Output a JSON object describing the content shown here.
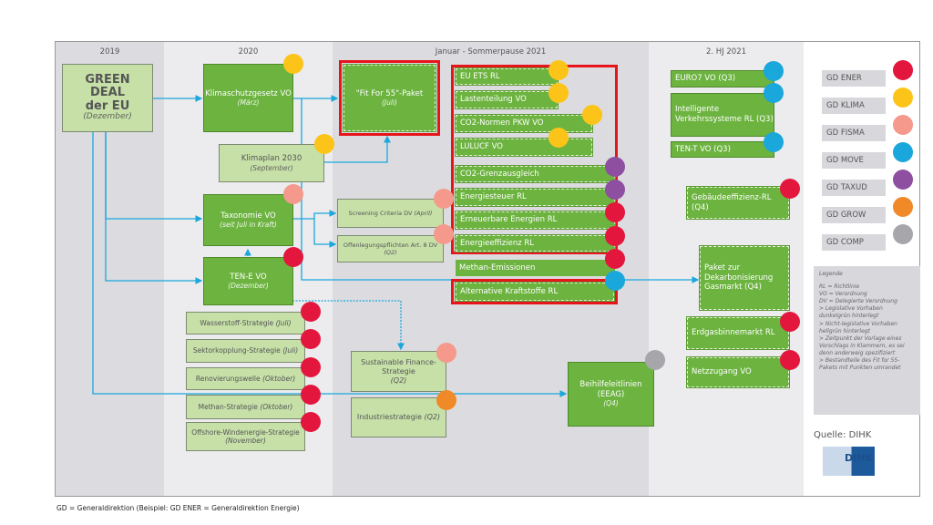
{
  "columns": {
    "c2019": "2019",
    "c2020": "2020",
    "c2021a": "Januar - Sommerpause 2021",
    "c2021b": "2. HJ 2021"
  },
  "colors": {
    "ener": "#e3173e",
    "klima": "#fcc419",
    "fisma": "#f4998c",
    "move": "#1aa7dc",
    "taxud": "#8e4fa0",
    "grow": "#f08a28",
    "comp": "#a7a7ab",
    "dark_green": "#6cb33f",
    "light_green": "#c6e0a8",
    "highlight": "#e8141b"
  },
  "nodes": {
    "greendeal": {
      "t1": "GREEN",
      "t2": "DEAL",
      "t3": "der EU",
      "sub": "(Dezember)"
    },
    "klimaschutz": {
      "t": "Klimaschutzgesetz VO",
      "sub": "(März)"
    },
    "fit55": {
      "t": "\"Fit For 55\"-Paket",
      "sub": "(Juli)"
    },
    "klimaplan": {
      "t": "Klimaplan 2030",
      "sub": "(September)"
    },
    "taxonomie": {
      "t": "Taxonomie VO",
      "sub": "(seit Juli in Kraft)"
    },
    "tene": {
      "t": "TEN-E VO",
      "sub": "(Dezember)"
    },
    "screening": {
      "t": "Screening Criteria DV",
      "sub": "(April)"
    },
    "offenlegung": {
      "t": "Offenlegungspflichten Art. 8 DV",
      "sub": "(Q2)"
    },
    "ets": {
      "t": "EU ETS RL"
    },
    "lasten": {
      "t": "Lastenteilung VO"
    },
    "co2pkw": {
      "t": "CO2-Normen PKW VO"
    },
    "lulucf": {
      "t": "LULUCF VO"
    },
    "grenz": {
      "t": "CO2-Grenzausgleich"
    },
    "steuer": {
      "t": "Energiesteuer RL"
    },
    "erneuerbar": {
      "t": "Erneuerbare Energien RL"
    },
    "effizienz": {
      "t": "Energieeffizienz RL"
    },
    "methan": {
      "t": "Methan-Emissionen"
    },
    "kraftstoffe": {
      "t": "Alternative Kraftstoffe RL"
    },
    "euro7": {
      "t": "EURO7 VO (Q3)"
    },
    "its": {
      "t": "Intelligente Verkehrssysteme RL (Q3)"
    },
    "tent": {
      "t": "TEN-T VO (Q3)"
    },
    "gebaeude": {
      "t": "Gebäudeeffizienz-RL (Q4)"
    },
    "gasmarkt": {
      "t": "Paket zur Dekarbonisierung Gasmarkt (Q4)"
    },
    "erdgas": {
      "t": "Erdgasbinnemarkt RL"
    },
    "netz": {
      "t": "Netzzugang VO"
    },
    "wasserstoff": {
      "t": "Wasserstoff-Strategie",
      "sub": "(Juli)"
    },
    "sektor": {
      "t": "Sektorkopplung-Strategie",
      "sub": "(Juli)"
    },
    "renov": {
      "t": "Renovierungswelle",
      "sub": "(Oktober)"
    },
    "methanstr": {
      "t": "Methan-Strategie",
      "sub": "(Oktober)"
    },
    "offshore": {
      "t": "Offshore-Windenergie-Strategie",
      "sub": "(November)"
    },
    "susfin": {
      "t": "Sustainable Finance-Strategie",
      "sub": "(Q2)"
    },
    "industrie": {
      "t": "Industriestrategie",
      "sub": "(Q2)"
    },
    "beihilfe": {
      "t": "Beihilfeleitlinien (EEAG)",
      "sub": "(Q4)"
    }
  },
  "legend_gd": [
    "GD ENER",
    "GD KLIMA",
    "GD FISMA",
    "GD MOVE",
    "GD TAXUD",
    "GD GROW",
    "GD COMP"
  ],
  "legend": {
    "title": "Legende",
    "lines": [
      "RL = Richtlinie",
      "VO = Verordnung",
      "DV = Delegierte Verordnung",
      "> Legislative Vorhaben dunkelgrün hinterlegt",
      "> Nicht-legislative Vorhaben hellgrün hinterlegt",
      "> Zeitpunkt der Vorlage eines Vorschlags in Klammern, es sei denn anderweig spezifiziert",
      "> Bestandteile des Fit for 55-Pakets mit Punkten umrandet"
    ]
  },
  "source": "Quelle: DIHK",
  "logo": "DIHK",
  "footnote": "GD = Generaldirektion (Beispiel: GD ENER = Generaldirektion Energie)"
}
